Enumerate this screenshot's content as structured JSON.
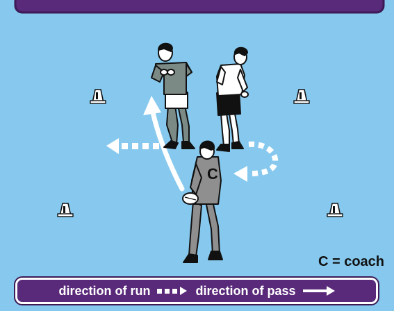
{
  "coach_letter": "C",
  "coach_note": "C = coach",
  "legend": {
    "run_label": "direction of run",
    "pass_label": "direction of pass"
  },
  "colors": {
    "field": "#87c9ee",
    "banner": "#5a2a7a",
    "arrow": "#ffffff"
  }
}
